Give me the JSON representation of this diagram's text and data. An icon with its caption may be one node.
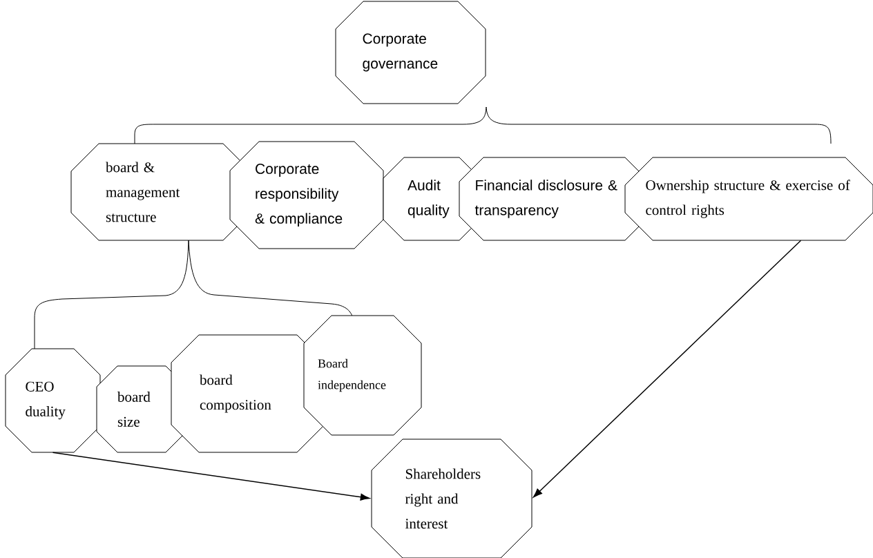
{
  "diagram": {
    "nodes": [
      {
        "text": [
          "Corporate governance"
        ]
      },
      {
        "text": [
          "board & management structure"
        ]
      },
      {
        "text": [
          "Corporate responsibility & compliance"
        ]
      },
      {
        "text": [
          "Audit quality"
        ]
      },
      {
        "text": [
          "Financial disclosure & transparency"
        ]
      },
      {
        "text": [
          "Ownership structure & exercise of control rights"
        ]
      },
      {
        "text": [
          "CEO duality"
        ]
      },
      {
        "text": [
          "board size"
        ]
      },
      {
        "text": [
          "board composition"
        ]
      },
      {
        "text": [
          "Board independence"
        ]
      },
      {
        "text": [
          "Shareholders right and interest"
        ]
      }
    ],
    "edges": [
      {
        "from": 6,
        "to": 10,
        "arrow": "to"
      },
      {
        "from": 5,
        "to": 10,
        "arrow": "to"
      }
    ]
  }
}
